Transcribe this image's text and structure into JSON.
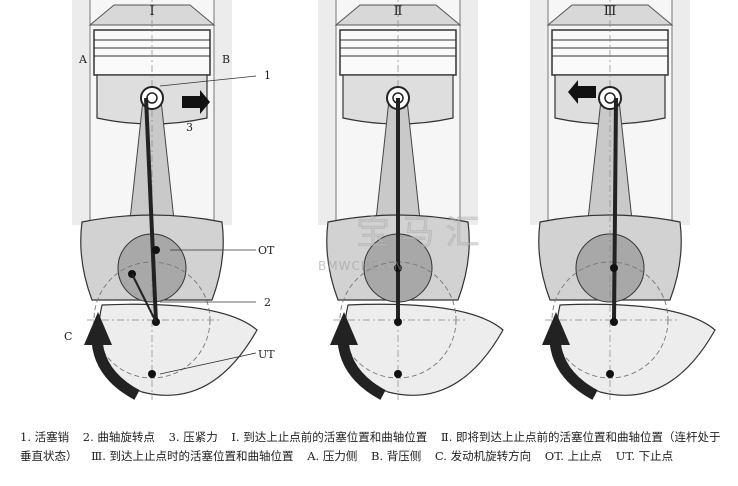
{
  "panels": [
    {
      "roman": "Ⅰ",
      "arrow": "right"
    },
    {
      "roman": "Ⅱ",
      "arrow": "none"
    },
    {
      "roman": "Ⅲ",
      "arrow": "left"
    }
  ],
  "callouts": {
    "one": "1",
    "two": "2",
    "three": "3",
    "a": "A",
    "b": "B",
    "c": "C",
    "ot": "OT",
    "ut": "UT"
  },
  "watermark": "BMWCHE.CN",
  "legend": [
    "1. 活塞销",
    "2. 曲轴旋转点",
    "3. 压紧力",
    "Ⅰ. 到达上止点前的活塞位置和曲轴位置",
    "Ⅱ. 即将到达上止点前的活塞位置和曲轴位置（连杆处于垂直状态）",
    "Ⅲ. 到达上止点时的活塞位置和曲轴位置",
    "A. 压力侧",
    "B. 背压侧",
    "C. 发动机旋转方向",
    "OT. 上止点",
    "UT. 下止点"
  ]
}
